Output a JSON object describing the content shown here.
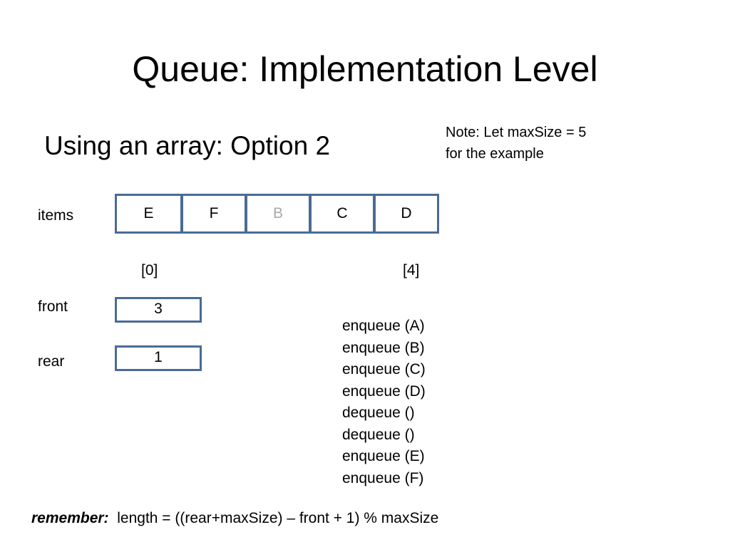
{
  "title": "Queue:  Implementation Level",
  "subtitle": "Using an array:  Option 2",
  "note": {
    "line1": "Note:  Let  maxSize = 5",
    "line2": "for the example"
  },
  "items": {
    "label": "items",
    "cells": [
      {
        "value": "E",
        "faded": false
      },
      {
        "value": "F",
        "faded": false
      },
      {
        "value": "B",
        "faded": true
      },
      {
        "value": "C",
        "faded": false
      },
      {
        "value": "D",
        "faded": false
      }
    ],
    "first_index": "[0]",
    "last_index": "[4]"
  },
  "front": {
    "label": "front",
    "value": "3"
  },
  "rear": {
    "label": "rear",
    "value": "1"
  },
  "operations": [
    "enqueue (A)",
    "enqueue (B)",
    "enqueue (C)",
    "enqueue (D)",
    "dequeue ()",
    "dequeue ()",
    "enqueue (E)",
    "enqueue (F)"
  ],
  "remember": {
    "keyword": "remember:",
    "formula": "length = ((rear+maxSize) – front + 1) % maxSize"
  },
  "colors": {
    "box_border": "#4a6b96",
    "faded_text": "#a9a9a9"
  }
}
